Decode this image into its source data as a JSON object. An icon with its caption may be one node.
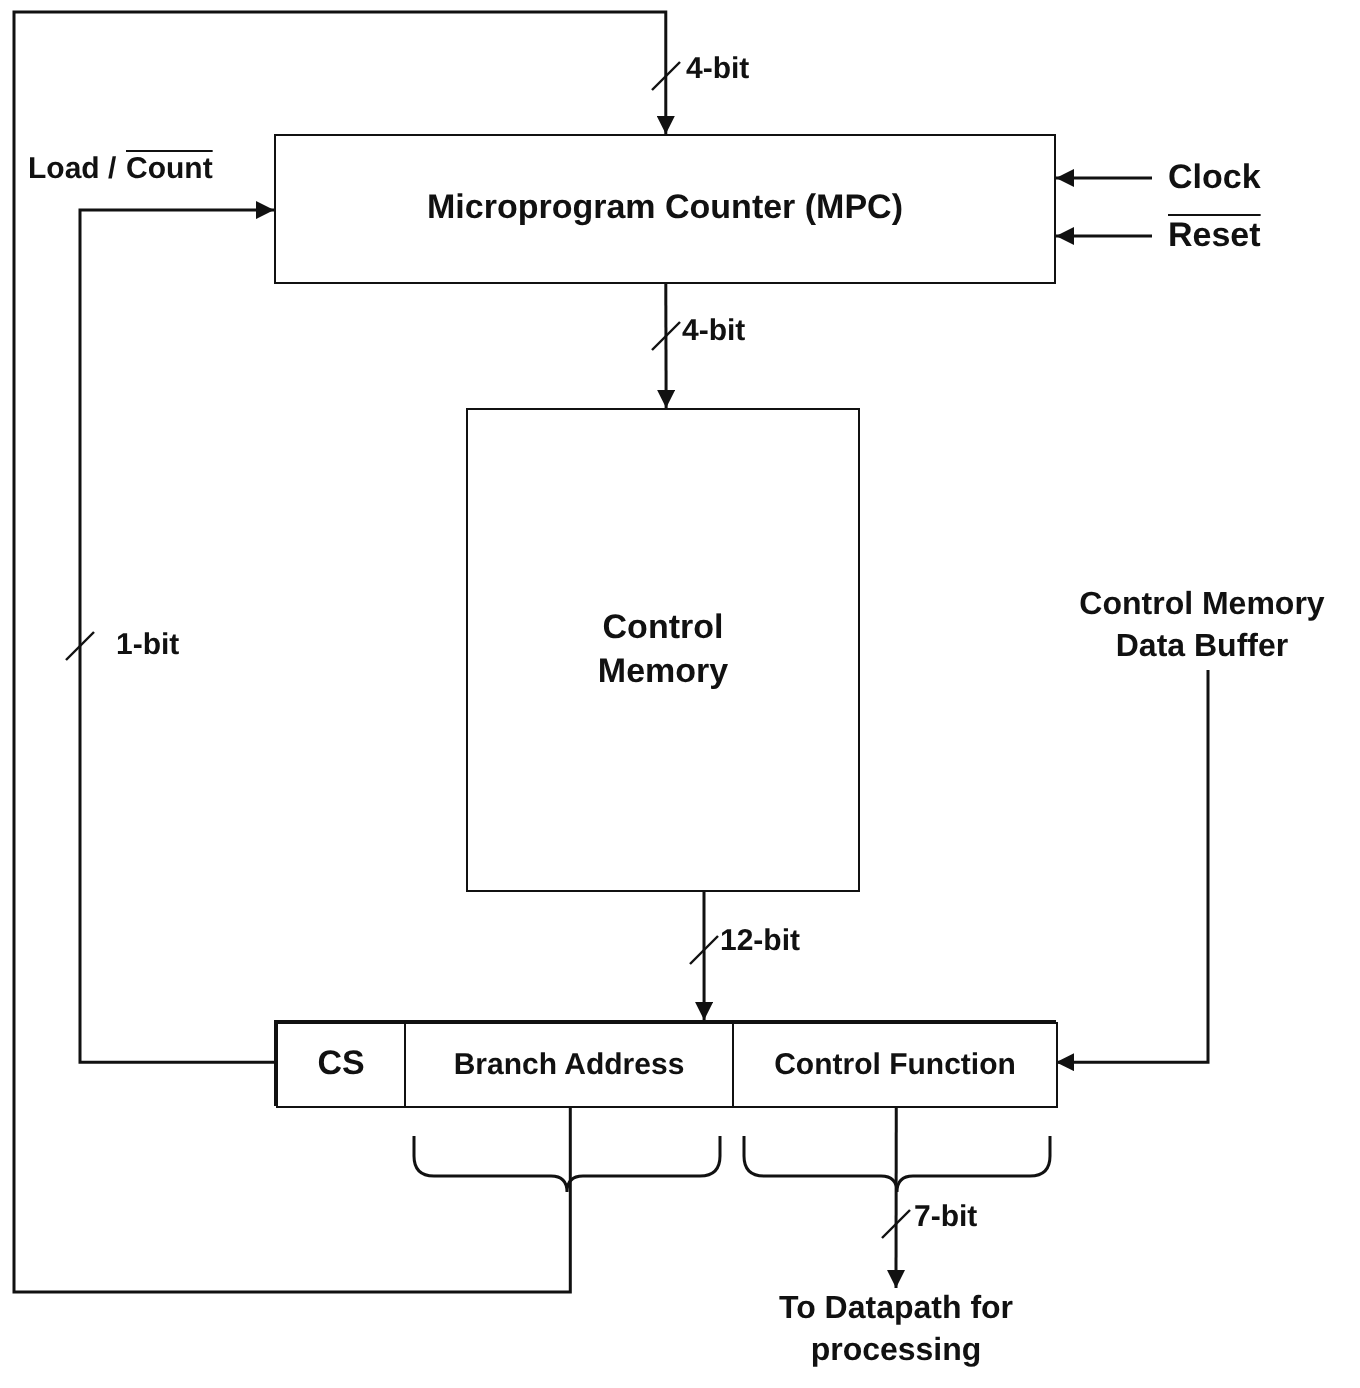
{
  "diagram": {
    "nodes": [
      {
        "text": [
          "Microprogram Counter (MPC)"
        ]
      },
      {
        "text": [
          "Control Memory"
        ]
      },
      {
        "text": [],
        "shape": "box"
      },
      {
        "text": [
          "CS"
        ],
        "in": 2
      },
      {
        "text": [
          "Branch Address"
        ],
        "in": 2
      },
      {
        "text": [
          "Control Function"
        ],
        "in": 2
      },
      {
        "text": [
          "Clock"
        ]
      },
      {
        "text": [
          "Reset"
        ]
      },
      {
        "text": [
          "Control Memory Data Buffer"
        ]
      },
      {
        "text": [
          "To Datapath for processing"
        ]
      }
    ],
    "edges": [
      {
        "from": 0,
        "to": 1,
        "arrow": "to",
        "label": "4-bit"
      },
      {
        "from": 1,
        "to": 2,
        "arrow": "to",
        "label": "12-bit"
      },
      {
        "from": 3,
        "to": 0,
        "arrow": "to",
        "label": "1-bit"
      },
      {
        "from": 4,
        "to": 0,
        "arrow": "to",
        "label": "4-bit"
      },
      {
        "from": 5,
        "to": 9,
        "arrow": "to",
        "label": "7-bit"
      },
      {
        "from": 6,
        "to": 0,
        "arrow": "to"
      },
      {
        "from": 7,
        "to": 0,
        "arrow": "to"
      },
      {
        "from": 8,
        "to": 5,
        "arrow": "to"
      }
    ],
    "labels": [
      "Load /",
      "Count"
    ]
  }
}
